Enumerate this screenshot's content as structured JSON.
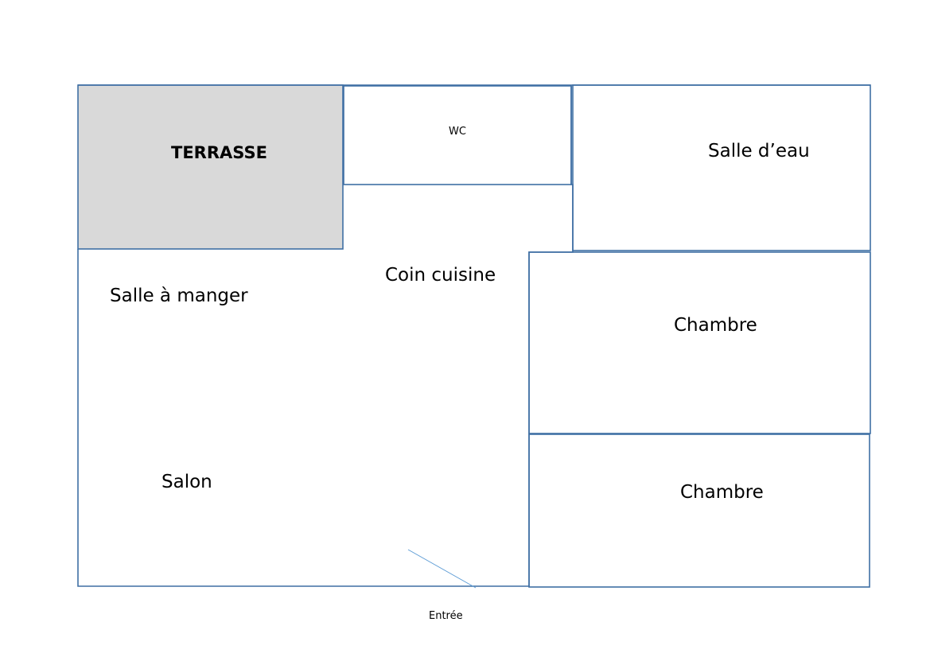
{
  "rooms": {
    "terrasse": "TERRASSE",
    "wc": "WC",
    "salle_deau": "Salle d’eau",
    "coin_cuisine": "Coin cuisine",
    "salle_a_manger": "Salle à manger",
    "chambre_1": "Chambre",
    "chambre_2": "Chambre",
    "salon": "Salon"
  },
  "entrance": "Entrée",
  "colors": {
    "wall": "#3f6fa4",
    "door": "#5b9bd5",
    "terrace_fill": "#d9d9d9"
  }
}
